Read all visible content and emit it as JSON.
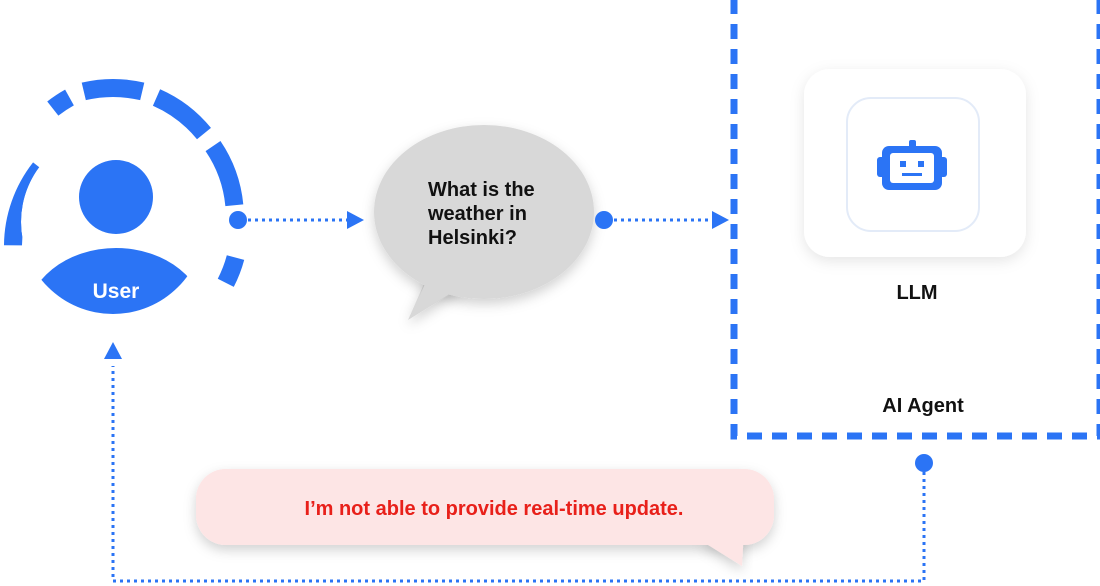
{
  "user": {
    "label": "User"
  },
  "query": {
    "line1": "What is the",
    "line2": "weather in",
    "line3": "Helsinki?"
  },
  "agent": {
    "llm_label": "LLM",
    "container_label": "AI Agent"
  },
  "response": {
    "text": "I’m not able to provide real-time update."
  },
  "colors": {
    "accent_blue": "#2b74f5",
    "speech_gray": "#d8d8d8",
    "response_bg": "#fde5e5",
    "response_text": "#e8201a",
    "text_dark": "#111111"
  },
  "icons": {
    "user": "user-avatar-icon",
    "llm": "robot-icon"
  }
}
